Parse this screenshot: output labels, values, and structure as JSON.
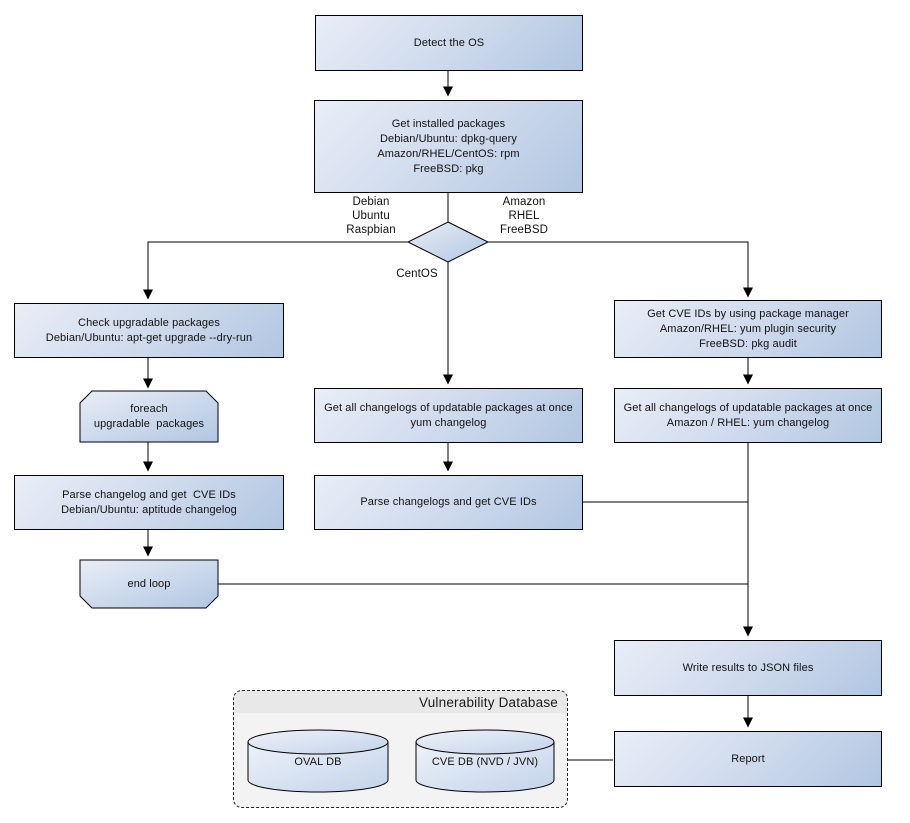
{
  "nodes": {
    "detect_os": {
      "label": "Detect the OS"
    },
    "get_installed_packages": {
      "label": "Get installed packages\nDebian/Ubuntu: dpkg-query\nAmazon/RHEL/CentOS: rpm\nFreeBSD: pkg"
    },
    "check_upgradable": {
      "label": "Check upgradable packages\nDebian/Ubuntu: apt-get upgrade --dry-run"
    },
    "foreach_loop_start": {
      "label": "foreach\nupgradable  packages"
    },
    "parse_changelog_deb": {
      "label": "Parse changelog and get  CVE IDs\nDebian/Ubuntu: aptitude changelog"
    },
    "end_loop": {
      "label": "end loop"
    },
    "get_changelogs_centos": {
      "label": "Get all changelogs of updatable packages at once\nyum changelog"
    },
    "parse_changelogs_centos": {
      "label": "Parse changelogs and get CVE IDs"
    },
    "get_cve_ids_pkg_manager": {
      "label": "Get CVE IDs by using package manager\nAmazon/RHEL: yum plugin security\nFreeBSD: pkg audit"
    },
    "get_changelogs_amazon": {
      "label": "Get all changelogs of updatable packages at once\nAmazon / RHEL: yum changelog"
    },
    "write_json": {
      "label": "Write results to JSON files"
    },
    "report": {
      "label": "Report"
    }
  },
  "branch_labels": {
    "left": "Debian\nUbuntu\nRaspbian",
    "right": "Amazon\nRHEL\nFreeBSD",
    "bottom": "CentOS"
  },
  "database": {
    "title": "Vulnerability Database",
    "oval_db": "OVAL DB",
    "cve_db": "CVE DB (NVD / JVN)"
  },
  "colors": {
    "node_fill_light": "#e9eef7",
    "node_fill_dark": "#b1c6e1",
    "cylinder_fill_light": "#eef2f9",
    "cylinder_fill_dark": "#c3d3ea",
    "stroke": "#000000",
    "db_panel_fill": "#f3f3f3",
    "db_title_band_fill": "#e8e8e8"
  }
}
